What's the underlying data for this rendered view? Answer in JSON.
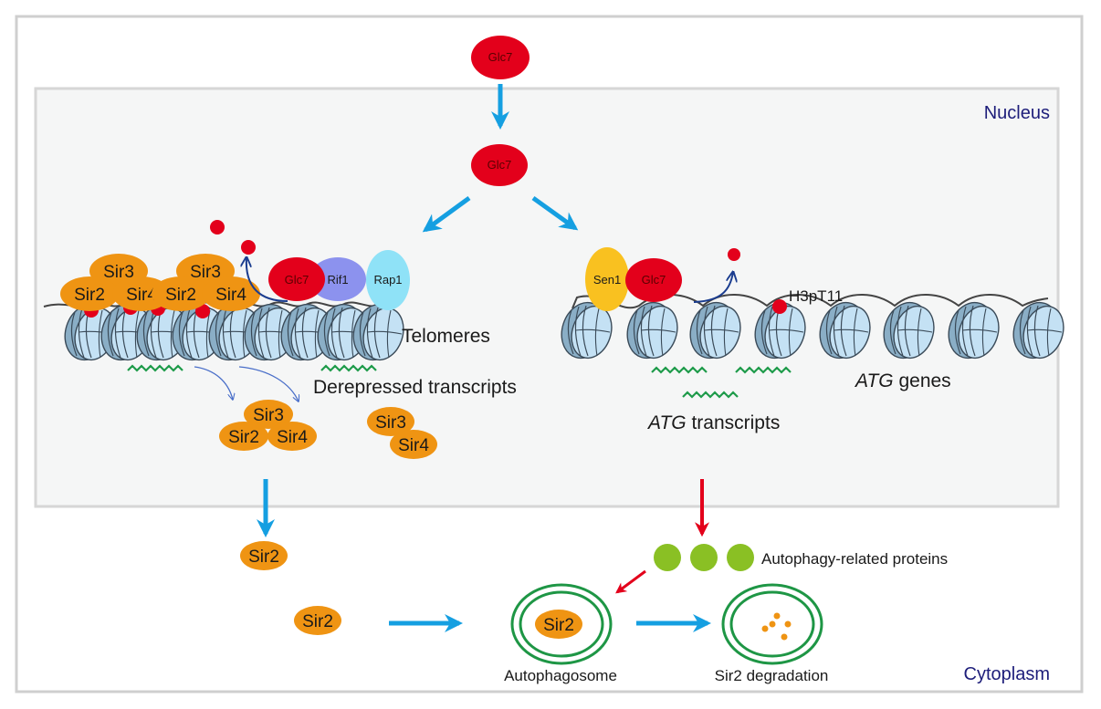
{
  "regions": {
    "nucleus": "Nucleus",
    "cytoplasm": "Cytoplasm"
  },
  "colors": {
    "glc7": "#e3001b",
    "sir_complex": "#ef9413",
    "rif1": "#8c92ee",
    "rap1": "#8fe2f7",
    "sen1": "#f9c120",
    "autophagy_protein": "#8ac024",
    "arrow_blue": "#159fe1",
    "arrow_red": "#e3001b",
    "transcript_green": "#1e9b4a",
    "membrane_green": "#1e9645",
    "region_label": "#1d1d7a",
    "nucleus_fill": "#f5f6f6",
    "frame_gray": "#cfcfcf"
  },
  "proteins": {
    "glc7_cytoplasm": "Glc7",
    "glc7_nucleus": "Glc7",
    "glc7_telomere": "Glc7",
    "rif1": "Rif1",
    "rap1": "Rap1",
    "sen1": "Sen1",
    "glc7_atg": "Glc7",
    "sir3": "Sir3",
    "sir2": "Sir2",
    "sir4": "Sir4"
  },
  "labels": {
    "telomeres": "Telomeres",
    "derepressed_transcripts": "Derepressed transcripts",
    "h3pt11": "H3pT11",
    "atg_genes_italic": "ATG",
    "atg_genes_rest": " genes",
    "atg_transcripts_italic": "ATG",
    "atg_transcripts_rest": " transcripts",
    "autophagy_related_proteins": "Autophagy-related proteins",
    "autophagosome": "Autophagosome",
    "sir2_degradation": "Sir2 degradation"
  }
}
